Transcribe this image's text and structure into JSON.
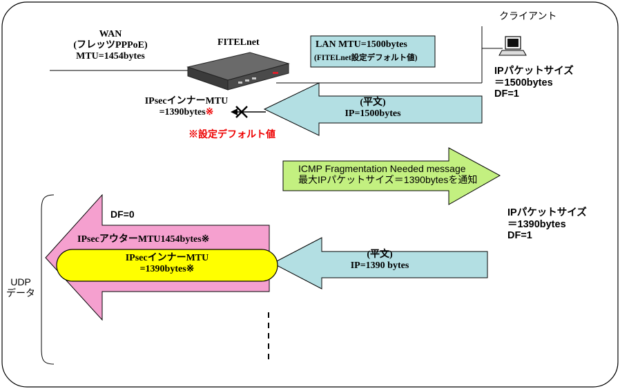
{
  "wan": {
    "line1": "WAN",
    "line2": "(フレッツPPPoE)",
    "line3": "MTU=1454bytes"
  },
  "router": {
    "label": "FITELnet"
  },
  "lan_box": {
    "line1": "LAN MTU=1500bytes",
    "line2": "(FITELnet設定デフォルト値)"
  },
  "client": {
    "label": "クライアント"
  },
  "client_packet1": {
    "line1": "IPパケットサイズ",
    "line2": "＝1500bytes",
    "line3": "DF=1"
  },
  "inner_mtu": {
    "line1": "IPsecインナーMTU",
    "line2": "=1390bytes",
    "mark": "※"
  },
  "default_note": "※設定デフォルト値",
  "arrow1": {
    "line1": "(平文)",
    "line2": "IP=1500bytes"
  },
  "icmp": {
    "line1": "ICMP Fragmentation Needed message",
    "line2": "最大IPパケットサイズ＝1390bytesを通知"
  },
  "client_packet2": {
    "line1": "IPパケットサイズ",
    "line2": "＝1390bytes",
    "line3": "DF=1"
  },
  "big_arrow": {
    "df": "DF=0",
    "outer": "IPsecアウターMTU1454bytes※"
  },
  "inner_ellipse": {
    "line1": "IPsecインナーMTU",
    "line2": "=1390bytes※"
  },
  "arrow2": {
    "line1": "(平文)",
    "line2": "IP=1390 bytes"
  },
  "udp": {
    "line1": "UDP",
    "line2": "データ"
  },
  "colors": {
    "teal": "#b3dfe3",
    "green": "#c3f080",
    "pink": "#f5a0cf",
    "yellow": "#ffff00",
    "red": "#ee0000"
  }
}
